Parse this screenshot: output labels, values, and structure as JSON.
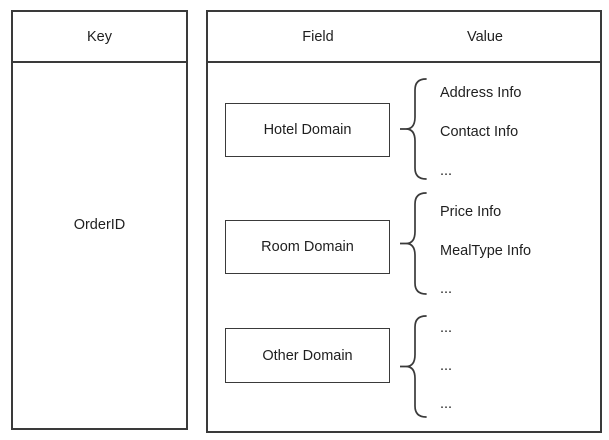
{
  "colors": {
    "border": "#3a3a3a",
    "text": "#1f1f1f",
    "background": "#ffffff"
  },
  "key_table": {
    "header": "Key",
    "key_value": "OrderID"
  },
  "field_table": {
    "field_header": "Field",
    "value_header": "Value",
    "rows": [
      {
        "field": "Hotel Domain",
        "values": [
          "Address Info",
          "Contact Info",
          "..."
        ]
      },
      {
        "field": "Room Domain",
        "values": [
          "Price Info",
          "MealType Info",
          "..."
        ]
      },
      {
        "field": "Other Domain",
        "values": [
          "...",
          "...",
          "..."
        ]
      }
    ]
  }
}
